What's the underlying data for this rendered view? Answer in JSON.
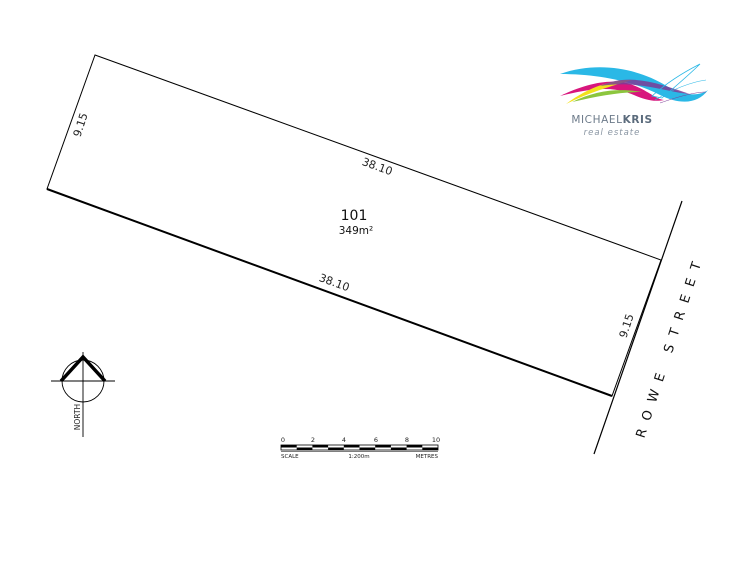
{
  "lot": {
    "number": "101",
    "area": "349m²",
    "dims": {
      "top": "38.10",
      "bottom": "38.10",
      "left": "9.15",
      "right": "9.15"
    }
  },
  "street": {
    "name": "ROWE STREET"
  },
  "north": {
    "label": "NORTH"
  },
  "scale_bar": {
    "ticks": [
      "0",
      "2",
      "4",
      "6",
      "8",
      "10"
    ],
    "label_left": "SCALE",
    "ratio": "1:200m",
    "label_right": "METRES"
  },
  "logo": {
    "word1": "MICHAEL",
    "word2": "KRIS",
    "tagline": "real estate"
  },
  "colors": {
    "line": "#000000",
    "logo_cyan": "#2ab8e6",
    "logo_magenta": "#d8167d",
    "logo_yellow": "#f2e21b",
    "logo_green": "#8cc63e",
    "logo_purple": "#7a3c97"
  }
}
